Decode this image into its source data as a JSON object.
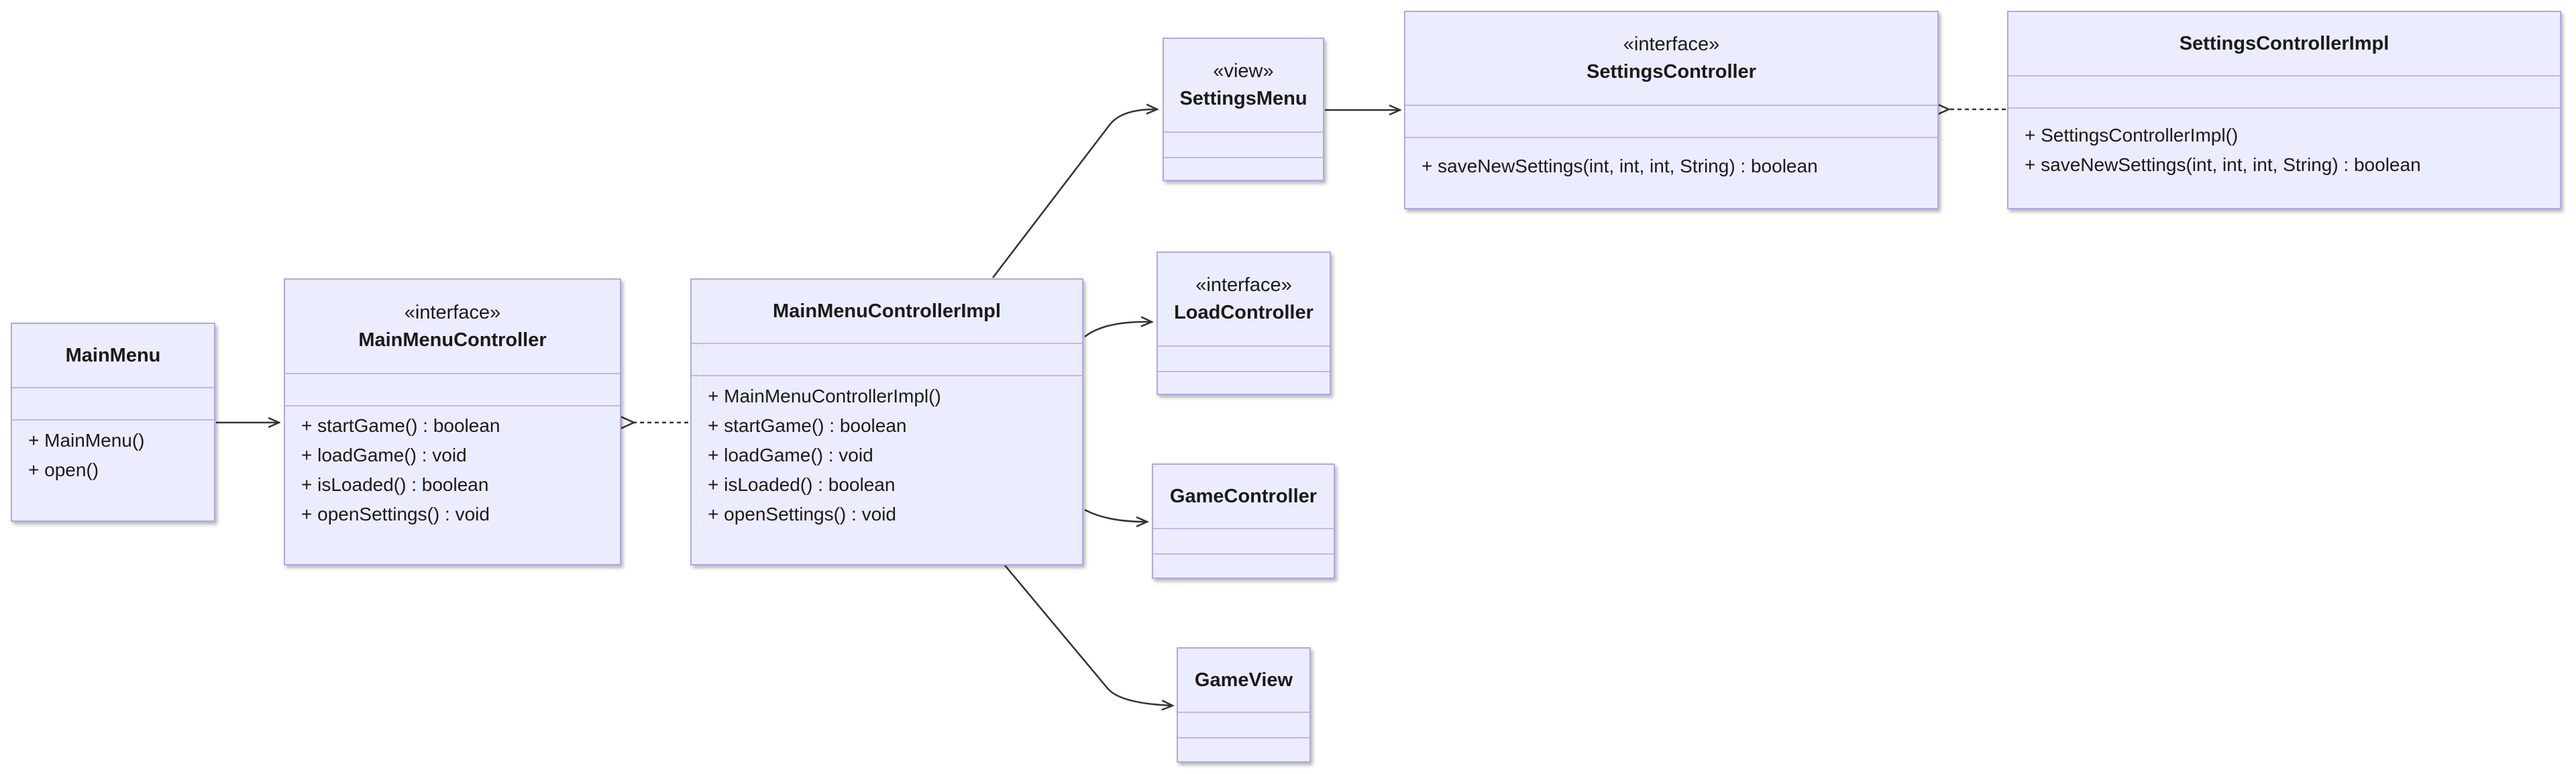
{
  "classes": {
    "main_menu": {
      "stereotype": "",
      "name": "MainMenu",
      "operations": [
        "+ MainMenu()",
        "+ open()"
      ]
    },
    "main_menu_controller": {
      "stereotype": "«interface»",
      "name": "MainMenuController",
      "operations": [
        "+ startGame() : boolean",
        "+ loadGame() : void",
        "+ isLoaded() : boolean",
        "+ openSettings() : void"
      ]
    },
    "main_menu_controller_impl": {
      "stereotype": "",
      "name": "MainMenuControllerImpl",
      "operations": [
        "+ MainMenuControllerImpl()",
        "+ startGame() : boolean",
        "+ loadGame() : void",
        "+ isLoaded() : boolean",
        "+ openSettings() : void"
      ]
    },
    "settings_menu": {
      "stereotype": "«view»",
      "name": "SettingsMenu",
      "operations": []
    },
    "settings_controller": {
      "stereotype": "«interface»",
      "name": "SettingsController",
      "operations": [
        "+ saveNewSettings(int, int, int, String) : boolean"
      ]
    },
    "settings_controller_impl": {
      "stereotype": "",
      "name": "SettingsControllerImpl",
      "operations": [
        "+ SettingsControllerImpl()",
        "+ saveNewSettings(int, int, int, String) : boolean"
      ]
    },
    "load_controller": {
      "stereotype": "«interface»",
      "name": "LoadController",
      "operations": []
    },
    "game_controller": {
      "stereotype": "",
      "name": "GameController",
      "operations": []
    },
    "game_view": {
      "stereotype": "",
      "name": "GameView",
      "operations": []
    }
  },
  "colors": {
    "fill": "#ececff",
    "border": "#b1a8e0",
    "line": "#333333"
  },
  "relations": [
    {
      "from": "main_menu",
      "to": "main_menu_controller",
      "kind": "association"
    },
    {
      "from": "main_menu_controller_impl",
      "to": "main_menu_controller",
      "kind": "realization"
    },
    {
      "from": "main_menu_controller_impl",
      "to": "settings_menu",
      "kind": "association"
    },
    {
      "from": "main_menu_controller_impl",
      "to": "load_controller",
      "kind": "association"
    },
    {
      "from": "main_menu_controller_impl",
      "to": "game_controller",
      "kind": "association"
    },
    {
      "from": "main_menu_controller_impl",
      "to": "game_view",
      "kind": "association"
    },
    {
      "from": "settings_menu",
      "to": "settings_controller",
      "kind": "association"
    },
    {
      "from": "settings_controller_impl",
      "to": "settings_controller",
      "kind": "realization"
    }
  ]
}
